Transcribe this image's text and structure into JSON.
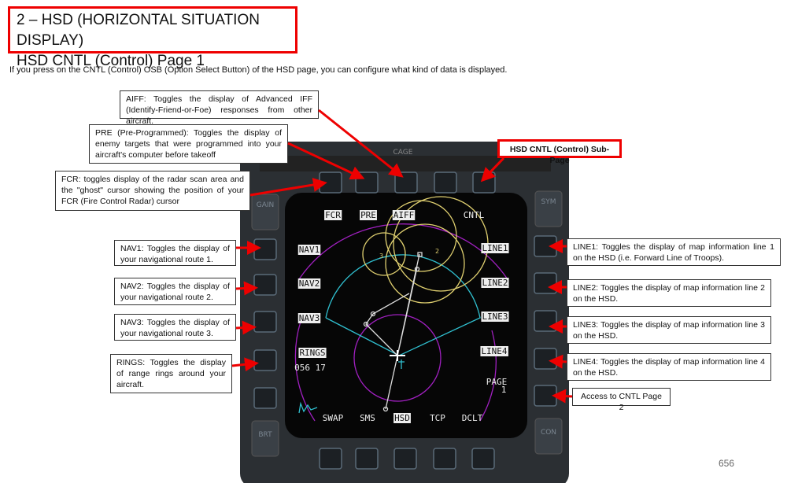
{
  "title": {
    "line1": "2 – HSD (HORIZONTAL SITUATION DISPLAY)",
    "line2": "HSD CNTL (Control) Page 1"
  },
  "intro": "If you press on the CNTL (Control) OSB (Option Select Button) of the HSD page, you can configure what kind of data is displayed.",
  "callouts": {
    "aiff": "AIFF: Toggles the display of Advanced IFF (Identify-Friend-or-Foe) responses from other aircraft.",
    "pre": "PRE (Pre-Programmed): Toggles the display of enemy targets that were programmed into your aircraft's computer before takeoff",
    "fcr": "FCR: toggles display of the radar scan area and the \"ghost\" cursor showing the position of your FCR (Fire Control Radar) cursor",
    "nav1": "NAV1: Toggles the display of your navigational route 1.",
    "nav2": "NAV2: Toggles the display of your navigational route 2.",
    "nav3": "NAV3: Toggles the display of your navigational route 3.",
    "rings": "RINGS: Toggles the display of range rings around your aircraft.",
    "subpage": "HSD CNTL (Control) Sub-Page",
    "line1": "LINE1: Toggles the display of map information line 1 on the HSD (i.e. Forward Line of Troops).",
    "line2": "LINE2: Toggles the display of map information line 2 on the HSD.",
    "line3": "LINE3: Toggles the display of map information line 3 on the HSD.",
    "line4": "LINE4: Toggles the display of map information line 4 on the HSD.",
    "page2": "Access to CNTL Page 2"
  },
  "mfd": {
    "top": [
      "FCR",
      "PRE",
      "AIFF",
      "CNTL"
    ],
    "left": [
      "NAV1",
      "NAV2",
      "NAV3",
      "RINGS"
    ],
    "readout": "056 17",
    "right": [
      "LINE1",
      "LINE2",
      "LINE3",
      "LINE4"
    ],
    "page": "PAGE",
    "page_num": "1",
    "bottom": [
      "SWAP",
      "SMS",
      "HSD",
      "TCP",
      "DCLT"
    ],
    "rockers": [
      "GAIN",
      "SYM",
      "BRT",
      "CON"
    ],
    "cage": "CAGE",
    "marks": [
      "3",
      "2"
    ]
  },
  "page_number": "656"
}
